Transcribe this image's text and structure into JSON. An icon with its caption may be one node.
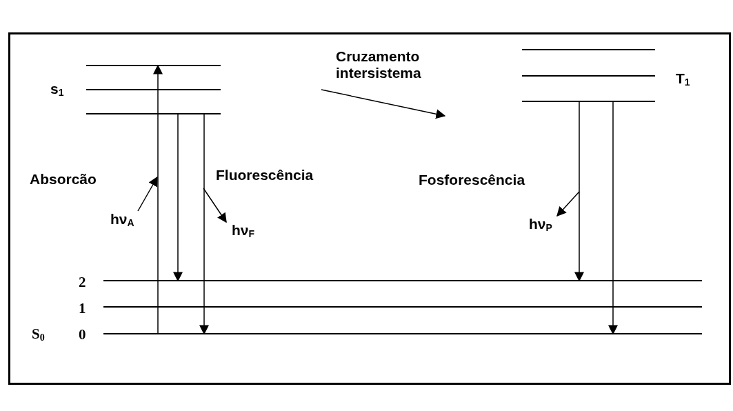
{
  "diagram": {
    "nodes": [
      {
        "text": [],
        "shape": "bar"
      },
      {
        "text": [],
        "shape": "bar",
        "beside": [
          "s$_{1}$"
        ]
      },
      {
        "text": [],
        "shape": "bar"
      },
      {
        "text": [],
        "shape": "bar"
      },
      {
        "text": [],
        "shape": "bar",
        "beside": [
          "T$_{1}$"
        ]
      },
      {
        "text": [],
        "shape": "bar"
      },
      {
        "text": [],
        "shape": "bar",
        "beside": [
          "2"
        ]
      },
      {
        "text": [],
        "shape": "bar",
        "beside": [
          "1"
        ]
      },
      {
        "text": [],
        "shape": "bar",
        "beside": [
          "S$_{0}$",
          "0"
        ]
      },
      {
        "text": [
          "Cruzamento intersistema"
        ]
      },
      {
        "text": [
          "hν$_{A}$"
        ]
      },
      {
        "text": [
          "hν$_{F}$"
        ]
      },
      {
        "text": [
          "hν$_{P}$"
        ]
      }
    ],
    "edges": [
      {
        "from": 8,
        "to": 0,
        "arrow": "to"
      },
      {
        "from": 2,
        "to": 6,
        "arrow": "to"
      },
      {
        "from": 2,
        "to": 8,
        "arrow": "to"
      },
      {
        "from": 5,
        "to": 6,
        "arrow": "to"
      },
      {
        "from": 5,
        "to": 8,
        "arrow": "to"
      },
      {
        "from": 9,
        "to": null,
        "arrow": "to"
      },
      {
        "from": 10,
        "to": null,
        "arrow": "to"
      },
      {
        "from": null,
        "to": 11,
        "arrow": "to"
      },
      {
        "from": null,
        "to": 12,
        "arrow": "to"
      }
    ],
    "labels": [
      "Absorcão",
      "Fluorescência",
      "Fosforescência"
    ]
  }
}
